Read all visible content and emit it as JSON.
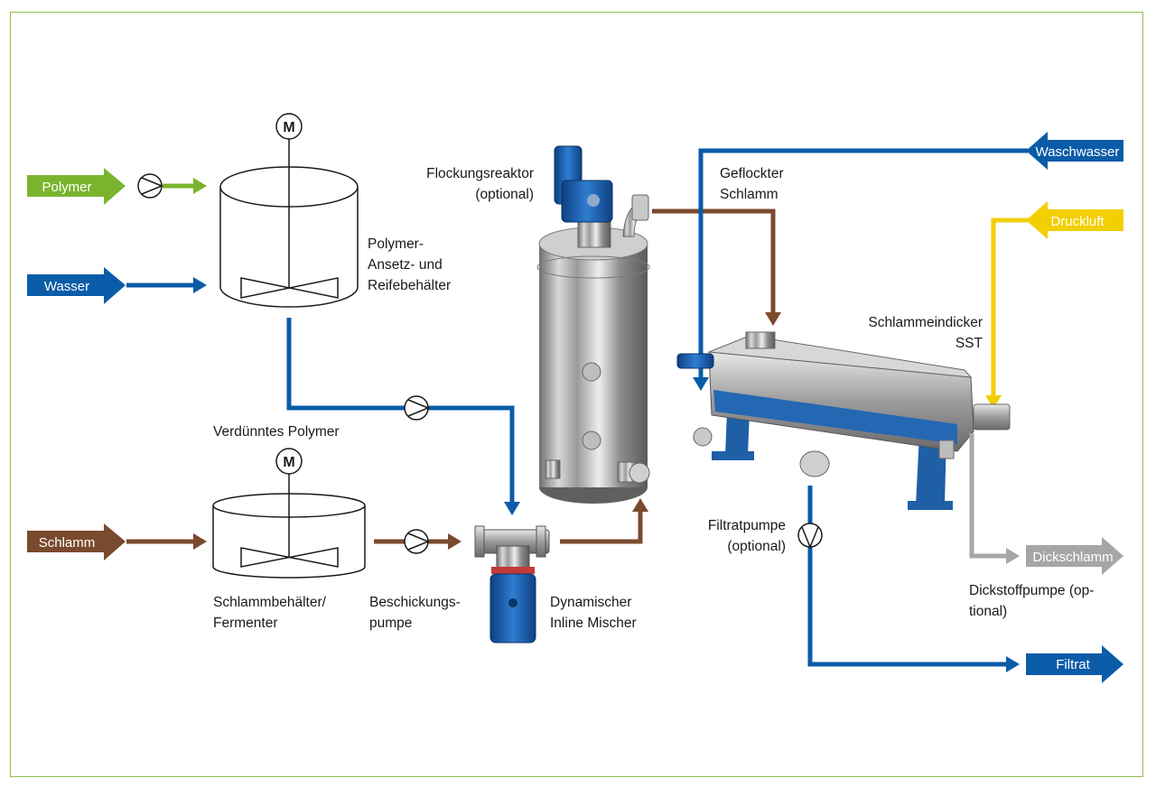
{
  "colors": {
    "polymer": "#7ab42e",
    "water": "#0a5ca8",
    "sludge": "#7a4a2e",
    "air": "#f2cf00",
    "thick": "#a6a6a6",
    "frame": "#8dc04a"
  },
  "inputs": {
    "polymer": "Polymer",
    "wasser": "Wasser",
    "schlamm": "Schlamm",
    "waschwasser": "Waschwasser",
    "druckluft": "Druckluft"
  },
  "outputs": {
    "dickschlamm": "Dickschlamm",
    "filtrat": "Filtrat"
  },
  "labels": {
    "motor_1": "M",
    "motor_2": "M",
    "polymer_tank_1": "Polymer-",
    "polymer_tank_2": "Ansetz- und",
    "polymer_tank_3": "Reifebehälter",
    "diluted_polymer": "Verdünntes Polymer",
    "sludge_tank_1": "Schlammbehälter/",
    "sludge_tank_2": "Fermenter",
    "feed_pump_1": "Beschickungs-",
    "feed_pump_2": "pumpe",
    "mixer_1": "Dynamischer",
    "mixer_2": "Inline Mischer",
    "reactor_1": "Flockungsreaktor",
    "reactor_2": "(optional)",
    "flocked_1": "Geflockter",
    "flocked_2": "Schlamm",
    "thickener_1": "Schlammeindicker",
    "thickener_2": "SST",
    "filtrate_pump_1": "Filtratpumpe",
    "filtrate_pump_2": "(optional)",
    "thick_pump_1": "Dickstoffpumpe (op-",
    "thick_pump_2": "tional)"
  }
}
